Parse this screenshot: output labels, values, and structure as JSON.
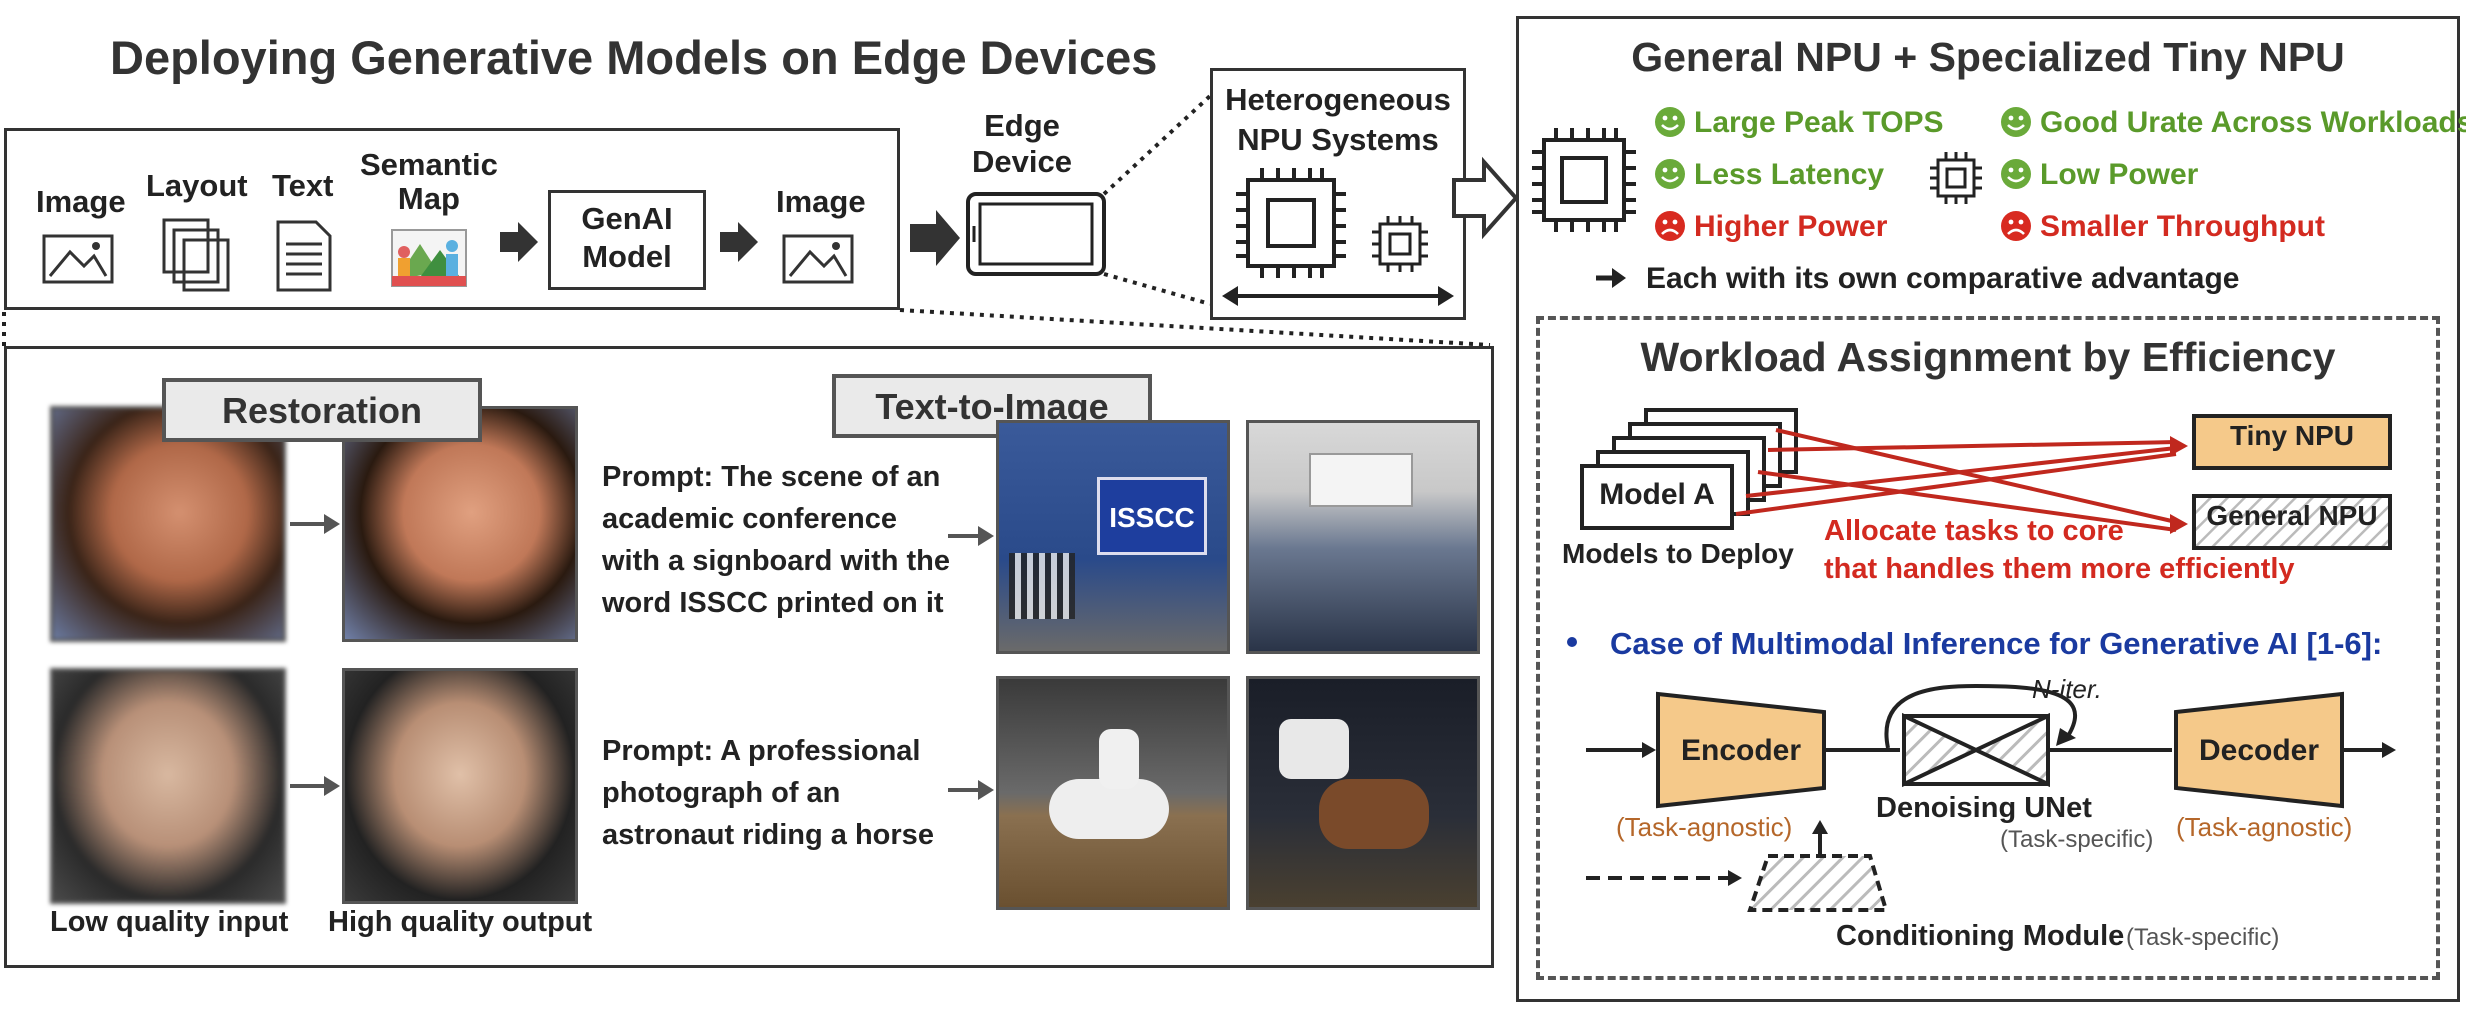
{
  "left_panel": {
    "title": "Deploying Generative Models on Edge Devices",
    "pipeline": {
      "inputs": [
        "Image",
        "Layout",
        "Text",
        "Semantic\nMap"
      ],
      "model_label": "GenAI\nModel",
      "output_label": "Image"
    },
    "edge_device_label": "Edge\nDevice",
    "npu_systems_label": "Heterogeneous\nNPU Systems",
    "restoration": {
      "title": "Restoration",
      "low_label": "Low quality input",
      "high_label": "High quality output"
    },
    "text_to_image": {
      "title": "Text-to-Image",
      "prompt1": "Prompt: The scene of an academic conference with a signboard with the word ISSCC printed on it",
      "prompt2": "Prompt: A professional photograph of an astronaut riding a horse",
      "sign_text": "ISSCC"
    }
  },
  "right_panel": {
    "title": "General NPU + Specialized Tiny NPU",
    "general_npu": {
      "pros": [
        "Large Peak TOPS",
        "Less Latency"
      ],
      "cons": [
        "Higher Power"
      ]
    },
    "tiny_npu": {
      "pros": [
        "Good Urate Across Workloads",
        "Low Power"
      ],
      "cons": [
        "Smaller Throughput"
      ]
    },
    "advantage_note": "Each with its own comparative advantage",
    "workload": {
      "title": "Workload Assignment by Efficiency",
      "model_label": "Model A",
      "models_caption": "Models to Deploy",
      "tiny_npu_label": "Tiny NPU",
      "general_npu_label": "General NPU",
      "allocate_note": "Allocate tasks to core\nthat handles them more efficiently",
      "case_title": "Case of Multimodal Inference for Generative AI [1-6]:",
      "encoder": "Encoder",
      "encoder_sub": "(Task-agnostic)",
      "decoder": "Decoder",
      "decoder_sub": "(Task-agnostic)",
      "unet": "Denoising UNet",
      "unet_sub": "(Task-specific)",
      "iter": "N-iter.",
      "conditioning": "Conditioning Module",
      "conditioning_sub": "(Task-specific)"
    }
  },
  "colors": {
    "green": "#5a9a2a",
    "red": "#d32a20",
    "orange_fill": "#f5c98a",
    "blue": "#1a3aa0",
    "brown": "#b5672a"
  }
}
